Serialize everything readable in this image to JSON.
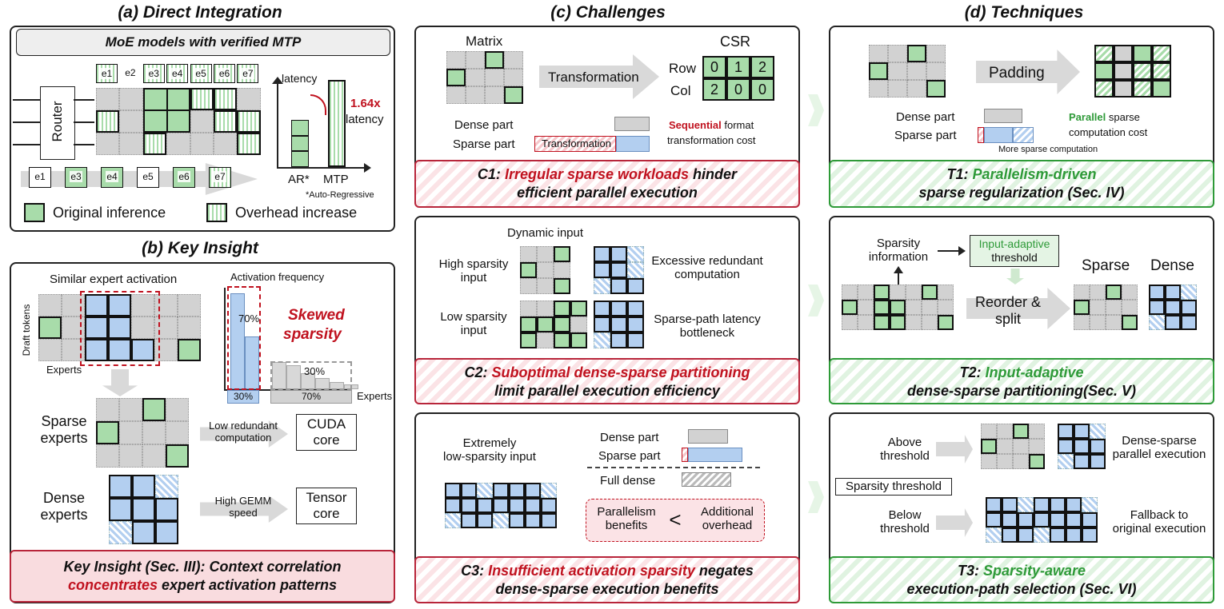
{
  "headers": {
    "a": "(a) Direct Integration",
    "b": "(b) Key Insight",
    "c": "(c) Challenges",
    "d": "(d) Techniques"
  },
  "panel_a": {
    "banner": "MoE models with verified MTP",
    "router": "Router",
    "experts_top": [
      "e1",
      "e2",
      "e3",
      "e4",
      "e5",
      "e6",
      "e7"
    ],
    "experts_bottom": [
      "e1",
      "e3",
      "e4",
      "e5",
      "e6",
      "e7"
    ],
    "latency_axis": "latency",
    "speedup_value": "1.64x",
    "speedup_label": "latency",
    "bar_labels": [
      "AR*",
      "MTP"
    ],
    "footnote": "*Auto-Regressive",
    "legend_original": "Original inference",
    "legend_overhead": "Overhead increase"
  },
  "panel_b": {
    "similar": "Similar expert activation",
    "draft_tokens": "Draft tokens",
    "experts_axis": "Experts",
    "activation_freq": "Activation frequency",
    "skewed": "Skewed",
    "sparsity": "sparsity",
    "pct_top_blue": "70%",
    "pct_top_gray": "30%",
    "pct_bottom_blue": "30%",
    "pct_bottom_gray": "70%",
    "hist_x": "Experts",
    "sparse_experts": [
      "Sparse",
      "experts"
    ],
    "dense_experts": [
      "Dense",
      "experts"
    ],
    "low_redundant": [
      "Low redundant",
      "computation"
    ],
    "high_gemm": [
      "High GEMM",
      "speed"
    ],
    "cuda_core": [
      "CUDA",
      "core"
    ],
    "tensor_core": [
      "Tensor",
      "core"
    ],
    "insight_line1": "Key Insight (Sec. III): Context correlation",
    "insight_red": "concentrates",
    "insight_line2_rest": " expert activation patterns"
  },
  "panel_c1": {
    "matrix": "Matrix",
    "transformation": "Transformation",
    "csr": "CSR",
    "row_label": "Row",
    "col_label": "Col",
    "row_values": [
      "0",
      "1",
      "2"
    ],
    "col_values": [
      "2",
      "0",
      "0"
    ],
    "dense_part": "Dense part",
    "sparse_part": "Sparse part",
    "bar_label": "Transformation",
    "sequential": "Sequential",
    "format_rest": " format",
    "transformation_cost": "transformation cost",
    "title_prefix": "C1: ",
    "title_red": "Irregular sparse workloads",
    "title_rest": " hinder",
    "title_line2": "efficient parallel execution"
  },
  "panel_c2": {
    "dynamic_input": "Dynamic input",
    "high_sparsity": [
      "High sparsity",
      "input"
    ],
    "low_sparsity": [
      "Low sparsity",
      "input"
    ],
    "excessive": [
      "Excessive redundant",
      "computation"
    ],
    "sparse_path": [
      "Sparse-path latency",
      "bottleneck"
    ],
    "title_prefix": "C2: ",
    "title_red": "Suboptimal dense-sparse partitioning",
    "title_line2": "limit parallel execution efficiency"
  },
  "panel_c3": {
    "extremely": [
      "Extremely",
      "low-sparsity input"
    ],
    "dense_part": "Dense part",
    "sparse_part": "Sparse part",
    "full_dense": "Full dense",
    "parallelism": [
      "Parallelism",
      "benefits"
    ],
    "less_than": "<",
    "additional": [
      "Additional",
      "overhead"
    ],
    "title_prefix": "C3: ",
    "title_red": "Insufficient activation sparsity",
    "title_rest": " negates",
    "title_line2": "dense-sparse execution benefits"
  },
  "panel_t1": {
    "padding": "Padding",
    "dense_part": "Dense part",
    "sparse_part": "Sparse part",
    "parallel": "Parallel",
    "sparse_rest": " sparse",
    "computation_cost": "computation cost",
    "more_sparse": "More sparse computation",
    "title_prefix": "T1: ",
    "title_green": "Parallelism-driven",
    "title_line2": "sparse regularization (Sec. IV)"
  },
  "panel_t2": {
    "sparsity_info": [
      "Sparsity",
      "information"
    ],
    "input_adaptive": "Input-adaptive",
    "threshold": "threshold",
    "reorder": [
      "Reorder &",
      "split"
    ],
    "sparse": "Sparse",
    "dense": "Dense",
    "title_prefix": "T2: ",
    "title_green": "Input-adaptive",
    "title_line2": "dense-sparse partitioning(Sec. V)"
  },
  "panel_t3": {
    "above": [
      "Above",
      "threshold"
    ],
    "below": [
      "Below",
      "threshold"
    ],
    "sparsity_threshold": "Sparsity threshold",
    "dense_sparse_parallel": [
      "Dense-sparse",
      "parallel execution"
    ],
    "fallback": [
      "Fallback to",
      "original execution"
    ],
    "title_prefix": "T3: ",
    "title_green": "Sparsity-aware",
    "title_line2": "execution-path selection (Sec. VI)"
  }
}
